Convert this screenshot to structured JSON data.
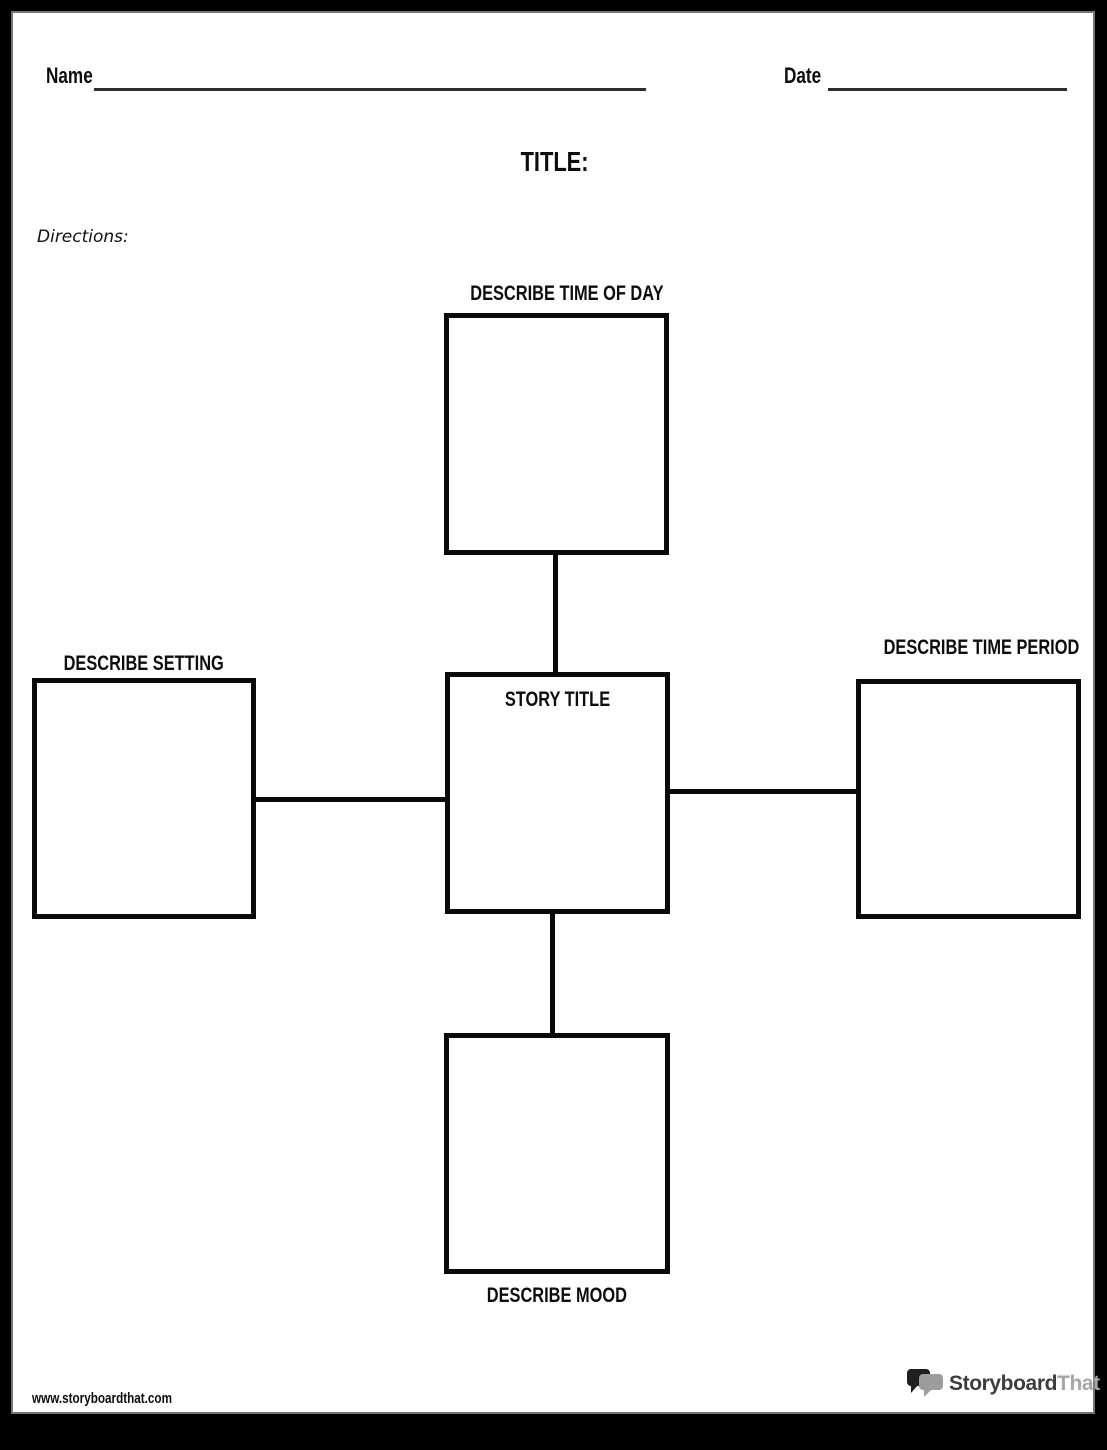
{
  "header": {
    "name_label": "Name",
    "date_label": "Date",
    "title_label": "TITLE:",
    "directions_label": "Directions:"
  },
  "diagram": {
    "top_box_label": "DESCRIBE TIME OF DAY",
    "left_box_label": "DESCRIBE SETTING",
    "center_box_label": "STORY TITLE",
    "right_box_label": "DESCRIBE TIME PERIOD",
    "bottom_box_label": "DESCRIBE MOOD"
  },
  "footer": {
    "website_url": "www.storyboardthat.com",
    "logo": {
      "text_primary": "Storyboard",
      "text_secondary": "That",
      "icon": "speech-bubbles-icon"
    }
  },
  "colors": {
    "frame": "#000000",
    "page_background": "#ffffff",
    "page_edge": "#757575",
    "ink": "#0d0d0d",
    "logo_text_primary": "#3d3d3d",
    "logo_text_secondary": "#a6a6a6",
    "logo_bubble_dark": "#1f1f1f",
    "logo_bubble_gray": "#9c9c9c"
  }
}
